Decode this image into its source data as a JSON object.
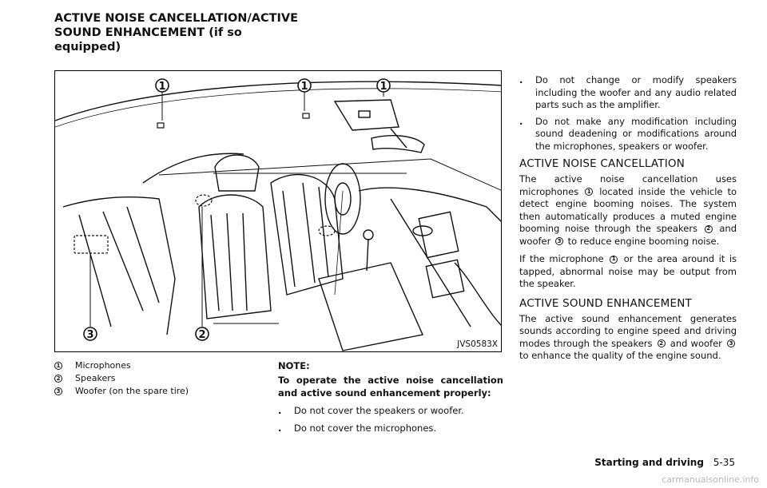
{
  "heading": {
    "line1": "ACTIVE NOISE CANCELLATION/ACTIVE",
    "line2": "SOUND ENHANCEMENT (if so equipped)"
  },
  "figure": {
    "code": "JVS0583X",
    "callouts": [
      "1",
      "1",
      "1",
      "2",
      "3"
    ]
  },
  "legend": [
    {
      "num": "1",
      "label": "Microphones"
    },
    {
      "num": "2",
      "label": "Speakers"
    },
    {
      "num": "3",
      "label": "Woofer (on the spare tire)"
    }
  ],
  "note": {
    "label": "NOTE:",
    "text": "To operate the active noise cancellation and active sound enhancement properly:",
    "bullets": [
      "Do not cover the speakers or woofer.",
      "Do not cover the microphones."
    ]
  },
  "right": {
    "bullets": [
      "Do not change or modify speakers including the woofer and any audio related parts such as the amplifier.",
      "Do not make any modification including sound deadening or modifications around the microphones, speakers or woofer."
    ],
    "anc": {
      "title": "ACTIVE NOISE CANCELLATION",
      "p1_a": "The active noise cancellation uses microphones",
      "p1_b": "located inside the vehicle to detect engine booming noises. The system then automatically produces a muted engine booming noise through the speakers",
      "p1_c": "and woofer",
      "p1_d": "to reduce engine booming noise.",
      "p2_a": "If the microphone",
      "p2_b": "or the area around it is tapped, abnormal noise may be output from the speaker."
    },
    "ase": {
      "title": "ACTIVE SOUND ENHANCEMENT",
      "p1_a": "The active sound enhancement generates sounds according to engine speed and driving modes through the speakers",
      "p1_b": "and woofer",
      "p1_c": "to enhance the quality of the engine sound."
    },
    "circle1": "1",
    "circle2": "2",
    "circle3": "3"
  },
  "footer": {
    "section": "Starting and driving",
    "page": "5-35"
  },
  "watermark": "carmanualsonline.info"
}
